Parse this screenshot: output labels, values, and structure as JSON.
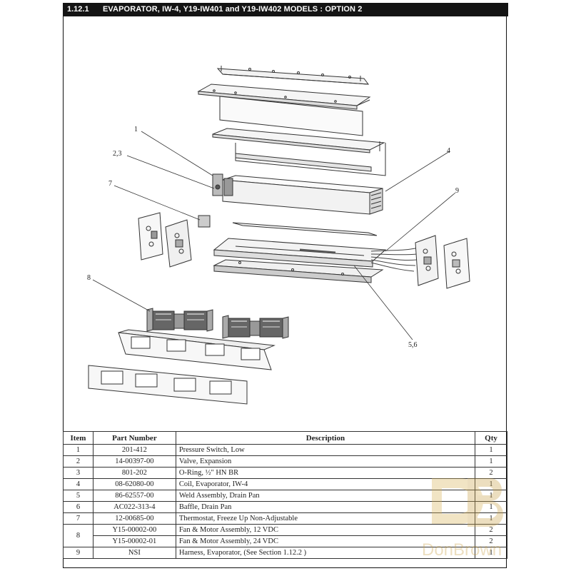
{
  "header": {
    "section": "1.12.1",
    "title": "EVAPORATOR, IW-4, Y19-IW401 and Y19-IW402 MODELS    : OPTION 2"
  },
  "callouts": [
    "1",
    "2,3",
    "4",
    "7",
    "9",
    "8",
    "5,6"
  ],
  "table": {
    "headers": {
      "item": "Item",
      "part": "Part Number",
      "desc": "Description",
      "qty": "Qty"
    },
    "rows": [
      {
        "item": "1",
        "part": "201-412",
        "desc": "Pressure Switch, Low",
        "qty": "1"
      },
      {
        "item": "2",
        "part": "14-00397-00",
        "desc": "Valve, Expansion",
        "qty": "1"
      },
      {
        "item": "3",
        "part": "801-202",
        "desc": "O-Ring, ½\" HN BR",
        "qty": "2"
      },
      {
        "item": "4",
        "part": "08-62080-00",
        "desc": "Coil, Evaporator, IW-4",
        "qty": "1"
      },
      {
        "item": "5",
        "part": "86-62557-00",
        "desc": "Weld Assembly, Drain Pan",
        "qty": "1"
      },
      {
        "item": "6",
        "part": "AC022-313-4",
        "desc": "Baffle, Drain Pan",
        "qty": "1"
      },
      {
        "item": "7",
        "part": "12-00685-00",
        "desc": "Thermostat, Freeze Up Non-Adjustable",
        "qty": "1"
      },
      {
        "item": "8",
        "part": "Y15-00002-00",
        "desc": "Fan & Motor Assembly, 12 VDC",
        "qty": "2"
      },
      {
        "item": "",
        "part": "Y15-00002-01",
        "desc": "Fan & Motor Assembly, 24 VDC",
        "qty": "2"
      },
      {
        "item": "9",
        "part": "NSI",
        "desc": "Harness, Evaporator, (See Section 1.12.2 )",
        "qty": "1"
      }
    ]
  },
  "watermark": {
    "text": "DonBrown",
    "color": "#c9a24a"
  }
}
